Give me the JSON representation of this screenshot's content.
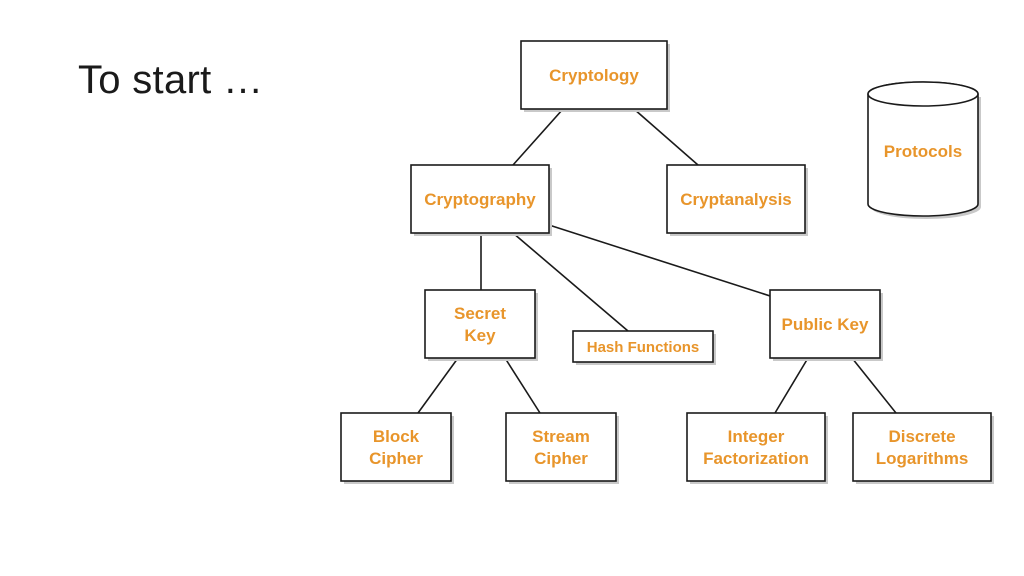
{
  "slide": {
    "title": "To start …"
  },
  "colors": {
    "label": "#e8952b",
    "stroke": "#1a1a1a"
  },
  "diagram": {
    "nodes": {
      "cryptology": {
        "lines": [
          "Cryptology"
        ]
      },
      "cryptography": {
        "lines": [
          "Cryptography"
        ]
      },
      "cryptanalysis": {
        "lines": [
          "Cryptanalysis"
        ]
      },
      "protocols": {
        "lines": [
          "Protocols"
        ]
      },
      "secret_key": {
        "lines": [
          "Secret",
          "Key"
        ]
      },
      "hash": {
        "lines": [
          "Hash Functions"
        ]
      },
      "public_key": {
        "lines": [
          "Public Key"
        ]
      },
      "block": {
        "lines": [
          "Block",
          "Cipher"
        ]
      },
      "stream": {
        "lines": [
          "Stream",
          "Cipher"
        ]
      },
      "integer": {
        "lines": [
          "Integer",
          "Factorization"
        ]
      },
      "discrete": {
        "lines": [
          "Discrete",
          "Logarithms"
        ]
      }
    },
    "edges": [
      [
        "cryptology",
        "cryptography"
      ],
      [
        "cryptology",
        "cryptanalysis"
      ],
      [
        "cryptography",
        "secret_key"
      ],
      [
        "cryptography",
        "hash"
      ],
      [
        "cryptography",
        "public_key"
      ],
      [
        "secret_key",
        "block"
      ],
      [
        "secret_key",
        "stream"
      ],
      [
        "public_key",
        "integer"
      ],
      [
        "public_key",
        "discrete"
      ]
    ]
  }
}
